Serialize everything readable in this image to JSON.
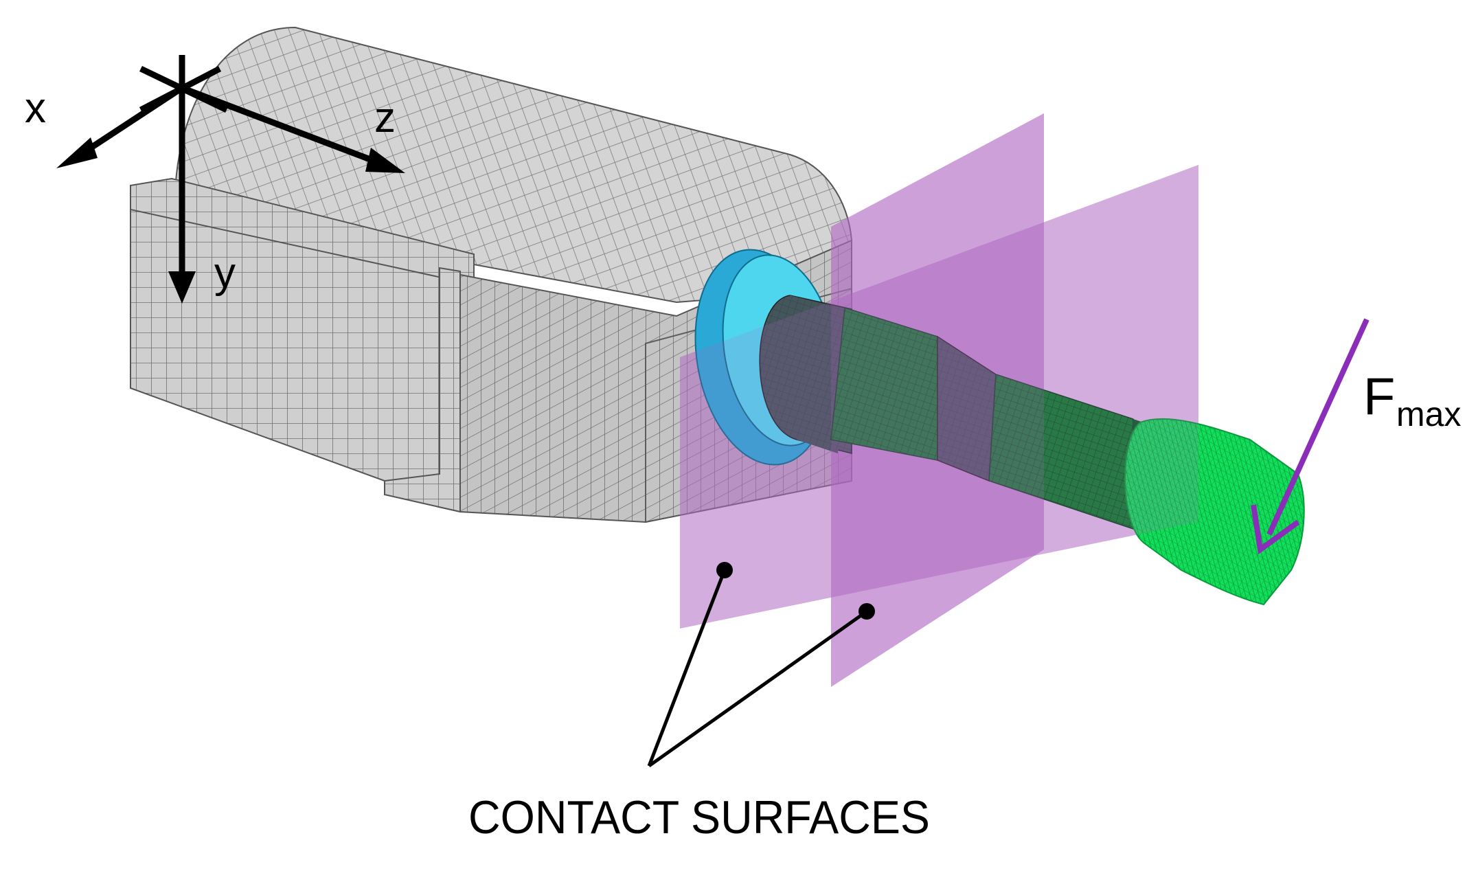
{
  "axes": {
    "x_label": "x",
    "y_label": "y",
    "z_label": "z"
  },
  "force": {
    "symbol": "F",
    "subscript": "max"
  },
  "callout": {
    "text": "CONTACT SURFACES"
  },
  "colors": {
    "housing_mesh": "#c8c8c8",
    "housing_side": "#b9b9b9",
    "mesh_line": "#6e6e6e",
    "washer": "#2fb5de",
    "washer_top": "#4fd6ef",
    "shaft_dark": "#45555c",
    "shaft_green": "#0a7a2a",
    "tip_green": "#10e05a",
    "contact_plane": "#b06ac4",
    "force_arrow": "#8a2db8",
    "leader": "#000000"
  },
  "icons": {
    "axis_origin": "cross-icon",
    "force": "arrow-down-left-icon"
  }
}
